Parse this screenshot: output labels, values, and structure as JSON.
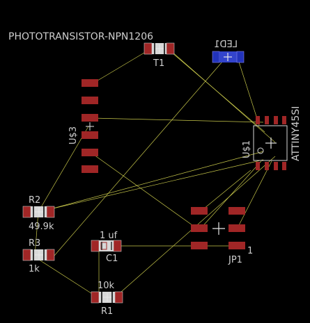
{
  "components": {
    "t1": {
      "value": "PHOTOTRANSISTOR-NPN1206",
      "ref": "T1"
    },
    "led1": {
      "ref": "LED1"
    },
    "u3": {
      "ref": "U$3"
    },
    "u1": {
      "ref": "U$1",
      "value": "ATTINY45SI"
    },
    "r2": {
      "ref": "R2",
      "value": "49.9k"
    },
    "r3": {
      "ref": "R3",
      "value": "1k"
    },
    "c1": {
      "value": "1 uf",
      "ref": "C1"
    },
    "r1": {
      "value": "10k",
      "ref": "R1"
    },
    "jp1": {
      "ref": "JP1",
      "pin": "1"
    }
  },
  "colors": {
    "background": "#000000",
    "pad_top": "#a02626",
    "pad_bottom": "#2233bb",
    "airwire": "#c8c84a",
    "label": "#cfcfcf"
  }
}
